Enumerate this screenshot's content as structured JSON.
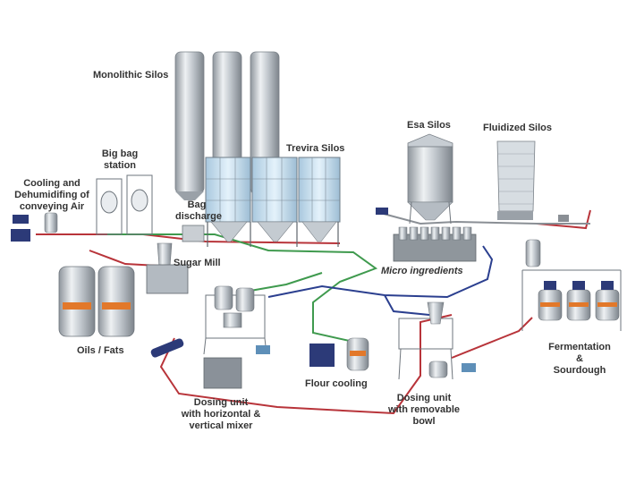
{
  "labels": {
    "monolithic_silos": "Monolithic Silos",
    "trevira_silos": "Trevira Silos",
    "esa_silos": "Esa Silos",
    "fluidized_silos": "Fluidized Silos",
    "cooling_dehumidifying": "Cooling and\nDehumidifing of\nconveying Air",
    "big_bag_station": "Big bag\nstation",
    "bag_discharge": "Bag\ndischarge",
    "sugar_mill": "Sugar Mill",
    "micro_ingredients": "Micro ingredients",
    "oils_fats": "Oils / Fats",
    "flour_cooling": "Flour cooling",
    "dosing_unit_mixer": "Dosing unit\nwith horizontal &\nvertical mixer",
    "dosing_unit_bowl": "Dosing unit\nwith removable\nbowl",
    "fermentation_sourdough": "Fermentation\n&\nSourdough"
  },
  "colors": {
    "pipe_red": "#b8343a",
    "pipe_green": "#3f9a4e",
    "pipe_blue": "#2b3f8f",
    "pipe_grey": "#8a8f95",
    "steel": "#c9ced3",
    "glass": "#cfe6f5",
    "equipment_blue": "#2c3a78",
    "tank_label_orange": "#e2782a"
  }
}
